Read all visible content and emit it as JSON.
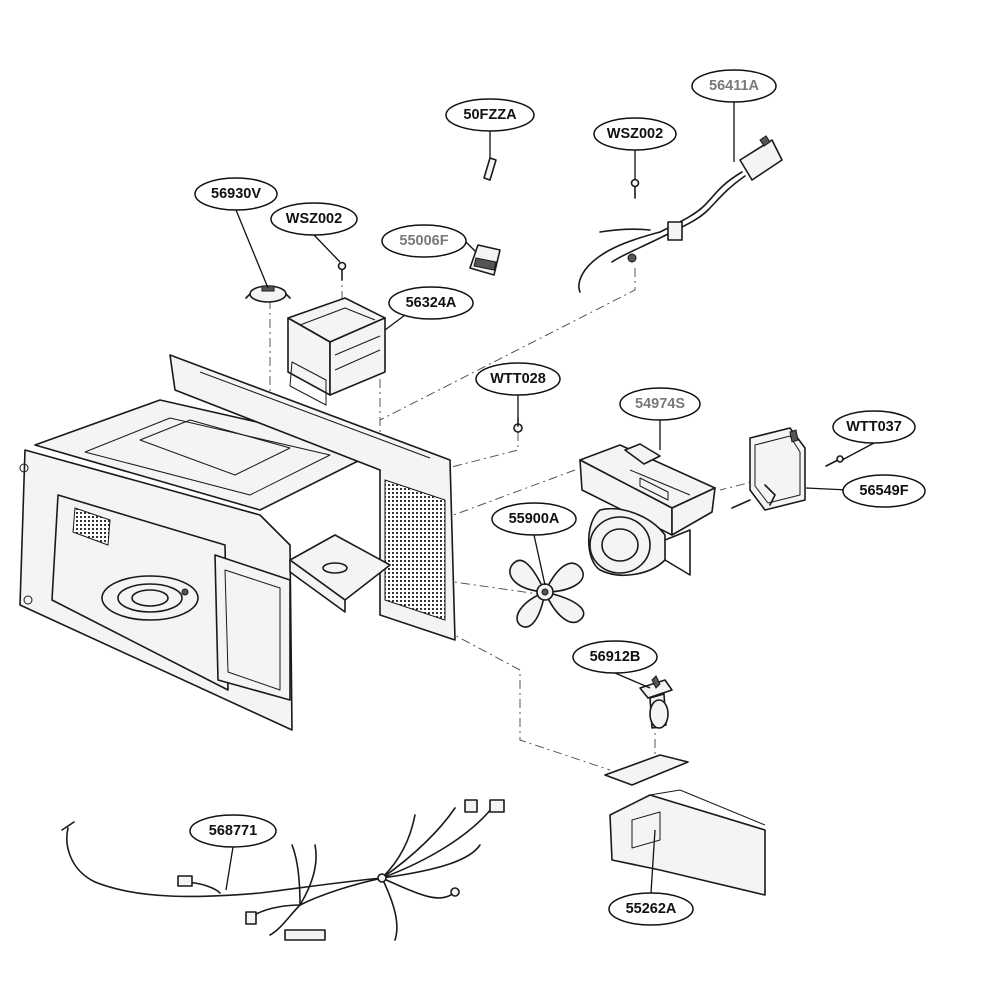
{
  "callouts": {
    "p56411A": "56411A",
    "p50FZZA": "50FZZA",
    "pWSZ002a": "WSZ002",
    "p56930V": "56930V",
    "pWSZ002b": "WSZ002",
    "p55006F": "55006F",
    "p56324A": "56324A",
    "pWTT028": "WTT028",
    "p54974S": "54974S",
    "pWTT037": "WTT037",
    "p56549F": "56549F",
    "p55900A": "55900A",
    "p56912B": "56912B",
    "p568771": "568771",
    "p55262A": "55262A"
  },
  "colors": {
    "line": "#1a1a1a",
    "muted_label": "#7a7a7a"
  }
}
